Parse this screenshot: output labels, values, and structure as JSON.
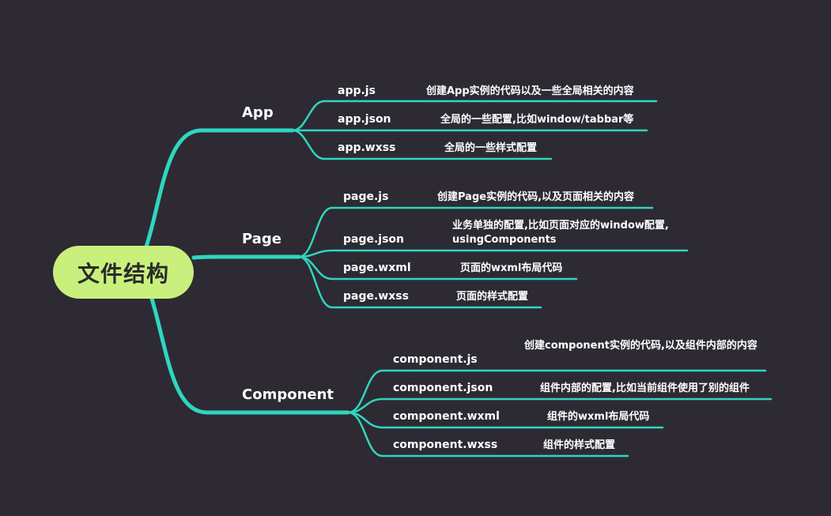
{
  "root": {
    "label": "文件结构"
  },
  "colors": {
    "link": "#2fd6bf",
    "root_bg": "#c9f07c",
    "background": "#2e2a33"
  },
  "branches": [
    {
      "label": "App",
      "children": [
        {
          "file": "app.js",
          "desc": "创建App实例的代码以及一些全局相关的内容"
        },
        {
          "file": "app.json",
          "desc": "全局的一些配置,比如window/tabbar等"
        },
        {
          "file": "app.wxss",
          "desc": "全局的一些样式配置"
        }
      ]
    },
    {
      "label": "Page",
      "children": [
        {
          "file": "page.js",
          "desc": "创建Page实例的代码,以及页面相关的内容"
        },
        {
          "file": "page.json",
          "desc": "业务单独的配置,比如页面对应的window配置, usingComponents"
        },
        {
          "file": "page.wxml",
          "desc": "页面的wxml布局代码"
        },
        {
          "file": "page.wxss",
          "desc": "页面的样式配置"
        }
      ]
    },
    {
      "label": "Component",
      "children": [
        {
          "file": "component.js",
          "desc": "创建component实例的代码,以及组件内部的内容"
        },
        {
          "file": "component.json",
          "desc": "组件内部的配置,比如当前组件使用了别的组件"
        },
        {
          "file": "component.wxml",
          "desc": "组件的wxml布局代码"
        },
        {
          "file": "component.wxss",
          "desc": "组件的样式配置"
        }
      ]
    }
  ]
}
